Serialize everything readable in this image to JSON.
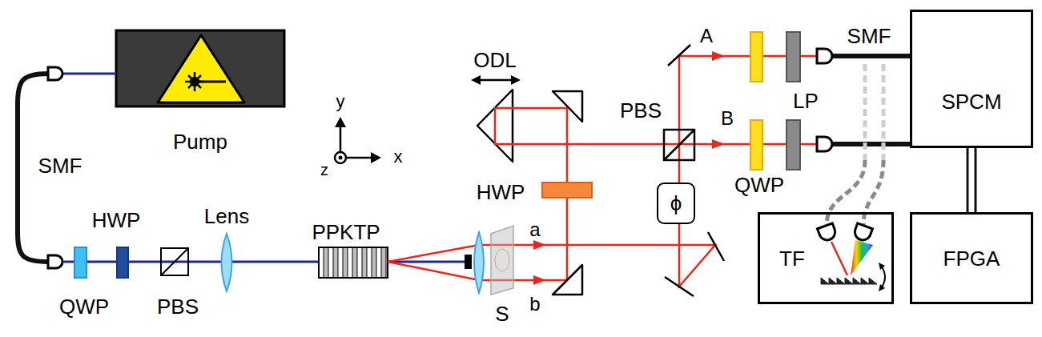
{
  "diagram": {
    "nodes": [
      {
        "text": [
          "Pump"
        ]
      },
      {
        "text": [
          "ϕ"
        ]
      },
      {
        "text": [
          "SPCM"
        ]
      },
      {
        "text": [
          "TF"
        ]
      },
      {
        "text": [
          "FPGA"
        ]
      }
    ],
    "edges": [
      {
        "from": 2,
        "to": 4,
        "arrow": "none"
      }
    ],
    "labels": [
      "A",
      "SMF",
      "ODL",
      "PBS",
      "LP",
      "B",
      "y",
      "z",
      "x",
      "SMF",
      "QWP",
      "HWP",
      "HWP",
      "Lens",
      "a",
      "PPKTP",
      "b",
      "QWP",
      "PBS",
      "S"
    ]
  }
}
